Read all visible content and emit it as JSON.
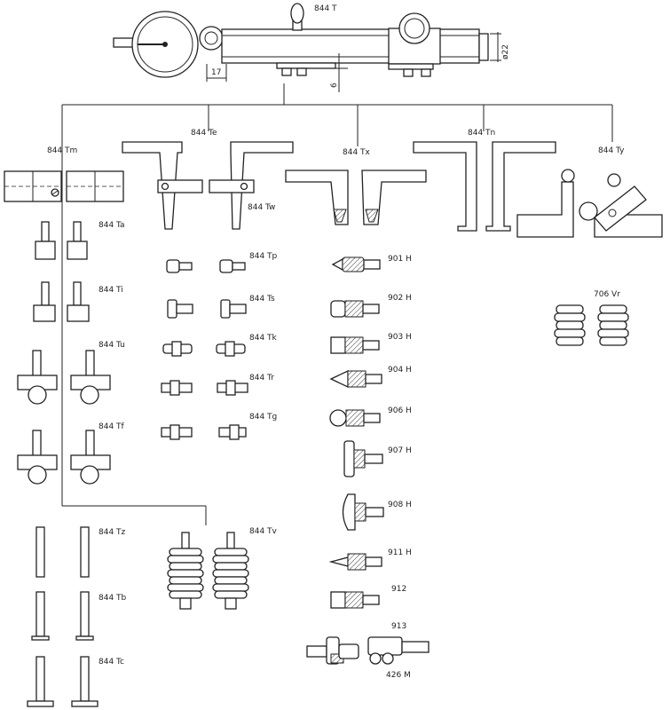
{
  "labels": {
    "main_gauge": "844 T",
    "dim_17": "17",
    "dim_6": "6",
    "dim_22": "ø22",
    "tm": "844 Tm",
    "te": "844 Te",
    "tx": "844 Tx",
    "tn": "844 Tn",
    "ty": "844 Ty",
    "tw": "844 Tw",
    "ta": "844 Ta",
    "ti": "844 Ti",
    "tu": "844 Tu",
    "tf": "844 Tf",
    "tz": "844 Tz",
    "tb": "844 Tb",
    "tc": "844 Tc",
    "tp": "844 Tp",
    "ts": "844 Ts",
    "tk": "844 Tk",
    "tr": "844 Tr",
    "tg": "844 Tg",
    "tv": "844 Tv",
    "h901": "901 H",
    "h902": "902 H",
    "h903": "903 H",
    "h904": "904 H",
    "h906": "906 H",
    "h907": "907 H",
    "h908": "908 H",
    "h911": "911 H",
    "p912": "912",
    "p913": "913",
    "m426": "426 M",
    "vr706": "706 Vr"
  }
}
